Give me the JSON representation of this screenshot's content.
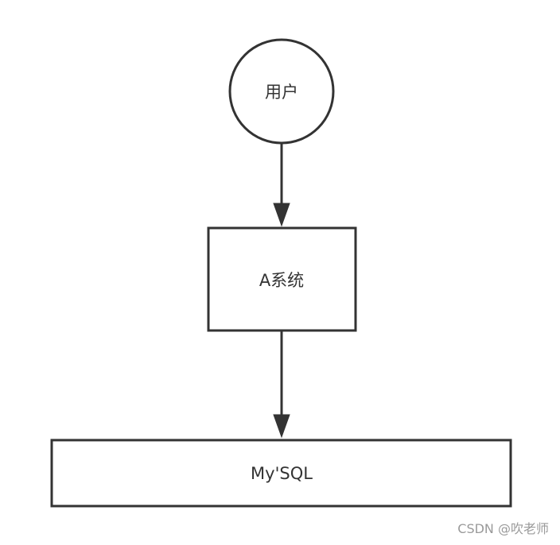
{
  "nodes": {
    "user": {
      "label": "用户",
      "shape": "circle"
    },
    "system_a": {
      "label": "A系统",
      "shape": "rectangle"
    },
    "mysql": {
      "label": "My'SQL",
      "shape": "rectangle"
    }
  },
  "edges": [
    {
      "from": "user",
      "to": "system_a"
    },
    {
      "from": "system_a",
      "to": "mysql"
    }
  ],
  "watermark": "CSDN @吹老师",
  "colors": {
    "stroke": "#333333",
    "text": "#333333",
    "watermark": "#9a9a9a",
    "background": "#ffffff"
  }
}
